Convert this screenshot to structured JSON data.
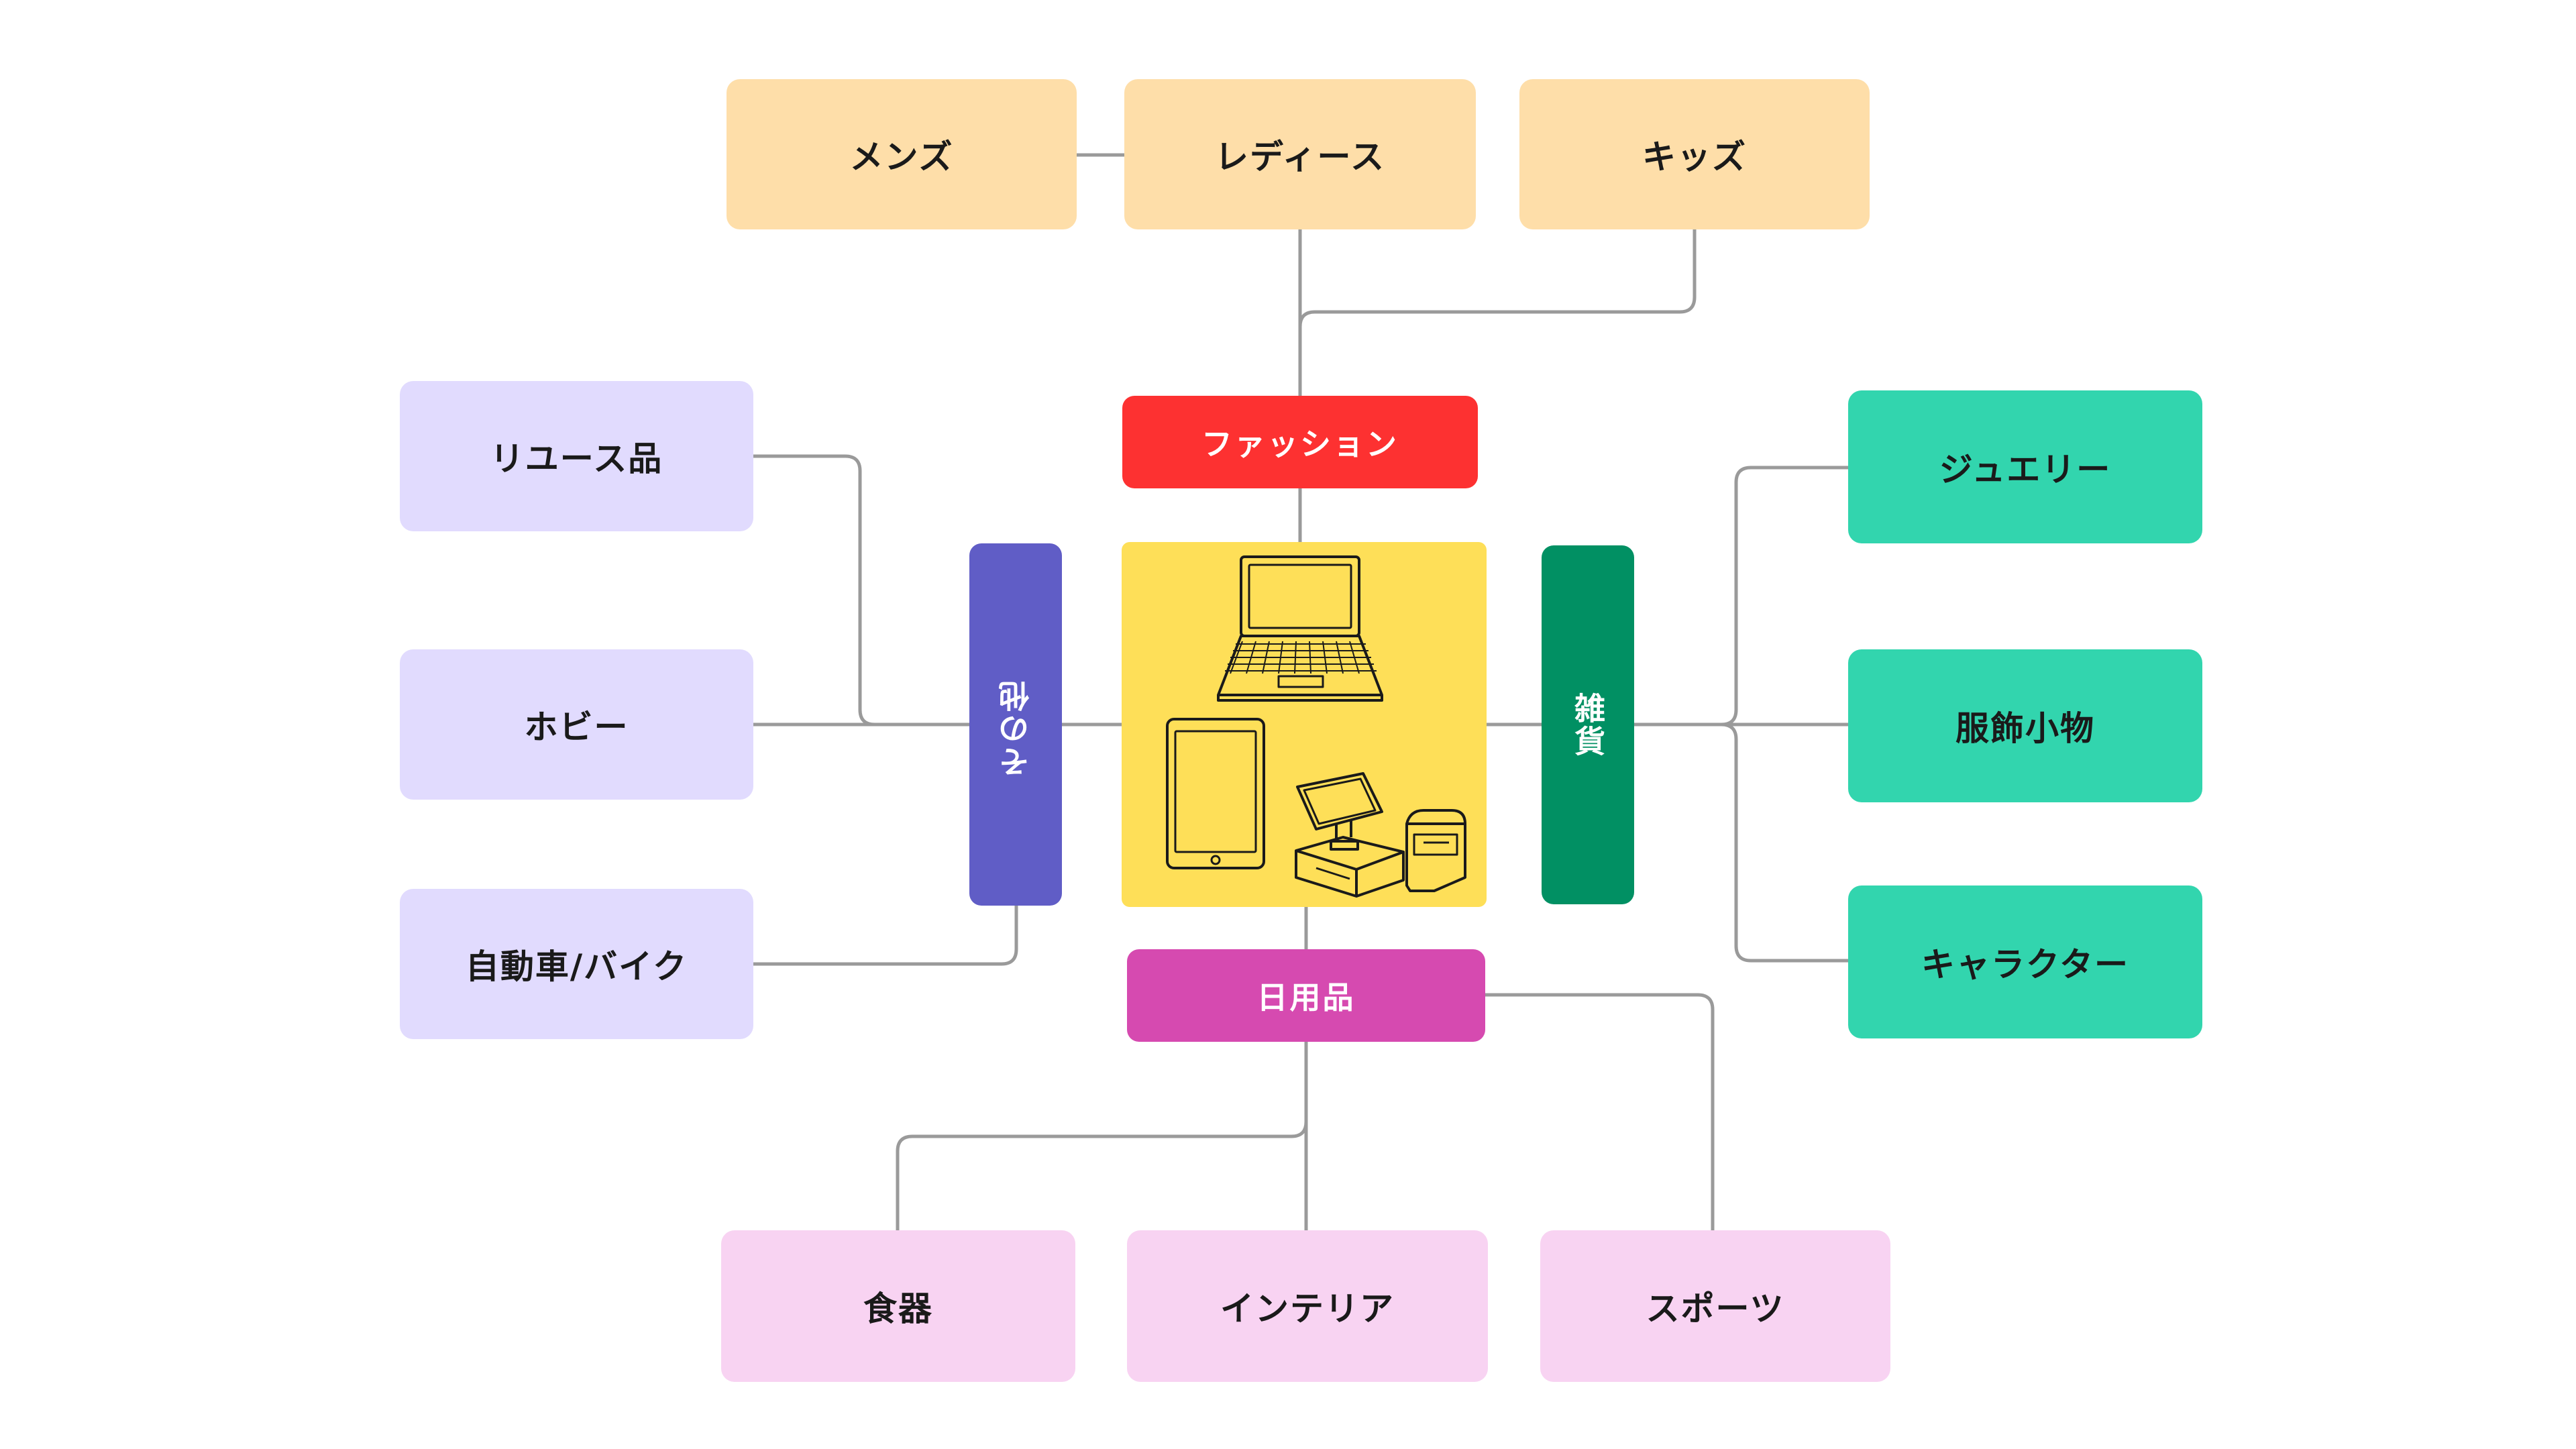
{
  "colors": {
    "line": "#9a9a9a",
    "fashion_main": "#fd3131",
    "fashion_sub": "#fedea9",
    "misc_main": "#019063",
    "misc_sub": "#32d5ae",
    "daily_main": "#d64ab0",
    "daily_sub": "#f8d3f2",
    "other_main": "#605dc6",
    "other_sub": "#e1dbfe",
    "hub": "#fedf58"
  },
  "hub": {
    "icons": [
      "laptop-icon",
      "tablet-icon",
      "pos-register-icon"
    ]
  },
  "categories": {
    "fashion": {
      "label": "ファッション",
      "items": [
        "メンズ",
        "レディース",
        "キッズ"
      ]
    },
    "misc": {
      "label": "雑貨",
      "items": [
        "ジュエリー",
        "服飾小物",
        "キャラクター"
      ]
    },
    "daily": {
      "label": "日用品",
      "items": [
        "食器",
        "インテリア",
        "スポーツ"
      ]
    },
    "other": {
      "label": "その他",
      "items": [
        "リユース品",
        "ホビー",
        "自動車/バイク"
      ]
    }
  }
}
